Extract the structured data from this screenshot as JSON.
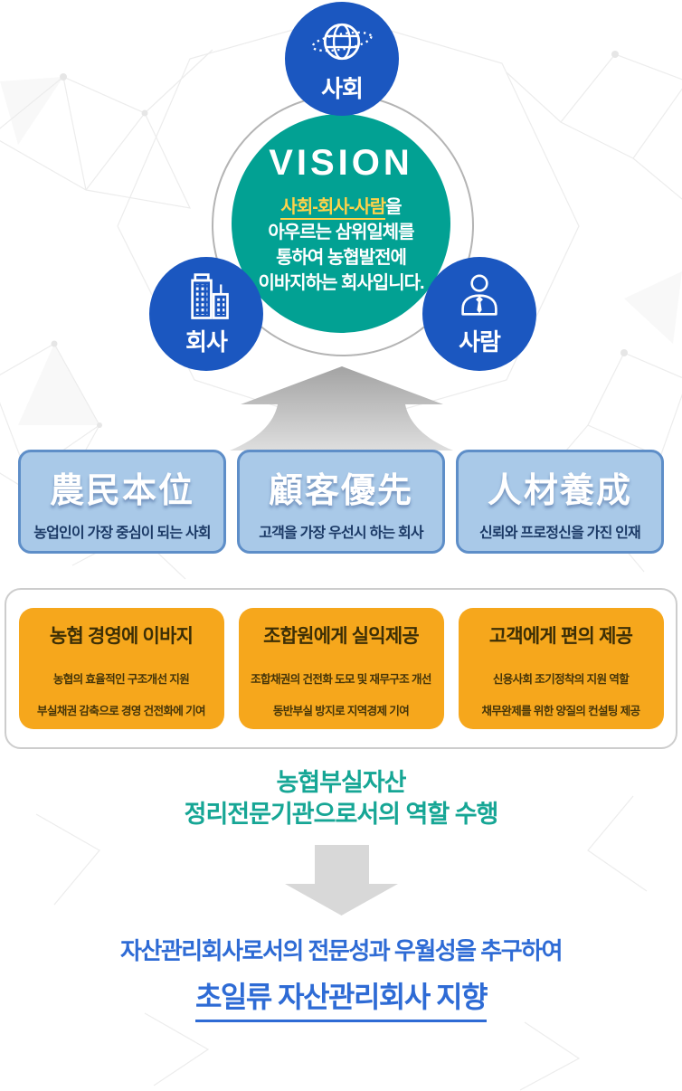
{
  "vision": {
    "title": "VISION",
    "highlight": "사회-회사-사람",
    "highlight_suffix": "을",
    "lines": [
      "아우르는 삼위일체를",
      "통하여 농협발전에",
      "이바지하는 회사입니다."
    ],
    "nodes": [
      {
        "label": "사회",
        "icon": "globe-icon"
      },
      {
        "label": "회사",
        "icon": "building-icon"
      },
      {
        "label": "사람",
        "icon": "person-icon"
      }
    ]
  },
  "principles": [
    {
      "hanja": "農民本位",
      "desc": "농업인이 가장 중심이 되는 사회"
    },
    {
      "hanja": "顧客優先",
      "desc": "고객을 가장 우선시 하는 회사"
    },
    {
      "hanja": "人材養成",
      "desc": "신뢰와 프로정신을 가진 인재"
    }
  ],
  "roles": [
    {
      "title": "농협 경영에 이바지",
      "lines": [
        "농협의 효율적인 구조개선 지원",
        "부실채권 감축으로 경영 건전화에 기여"
      ]
    },
    {
      "title": "조합원에게 실익제공",
      "lines": [
        "조합채권의 건전화 도모 및 재무구조 개선",
        "동반부실 방지로 지역경제 기여"
      ]
    },
    {
      "title": "고객에게 편의 제공",
      "lines": [
        "신용사회 조기정착의 지원 역할",
        "채무완제를 위한 양질의 컨설팅 제공"
      ]
    }
  ],
  "mission": {
    "lines": [
      "농협부실자산",
      "정리전문기관으로서의 역할 수행"
    ]
  },
  "goal": {
    "line1": "자산관리회사로서의 전문성과 우월성을 추구하여",
    "line2": "초일류 자산관리회사 지향"
  },
  "colors": {
    "teal": "#02a193",
    "blue": "#1b57c0",
    "light_blue": "#a9c9e8",
    "light_blue_border": "#5e8ec8",
    "orange": "#f6a71c",
    "highlight_yellow": "#ffd24a",
    "mission_green": "#16a695",
    "goal_blue": "#2e6bd5",
    "arrow_gray": "#d8d8d8"
  }
}
